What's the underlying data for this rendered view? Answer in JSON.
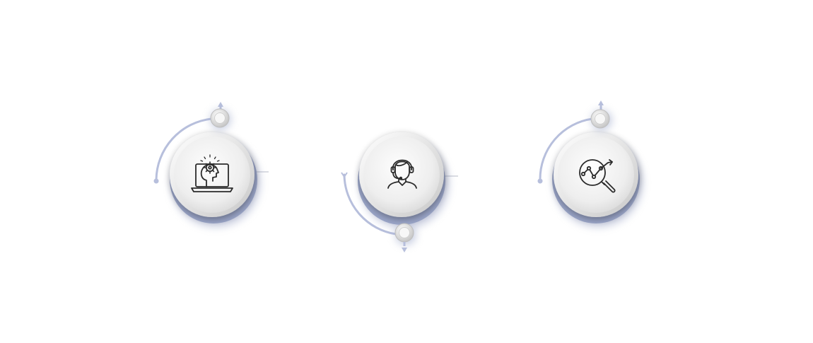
{
  "colors": {
    "background": "#ffffff",
    "accent": "#9aa5c8",
    "accent_dark": "#8c96bb",
    "disc_fill": "#f3f3f3",
    "icon_stroke": "#2b2b2b",
    "connector": "#c9ccd6"
  },
  "steps": [
    {
      "icon": "laptop-ai-gear-icon",
      "arc": "top-left"
    },
    {
      "icon": "customer-support-headset-icon",
      "arc": "bottom-left"
    },
    {
      "icon": "magnifier-chart-analysis-icon",
      "arc": "top-left"
    }
  ]
}
